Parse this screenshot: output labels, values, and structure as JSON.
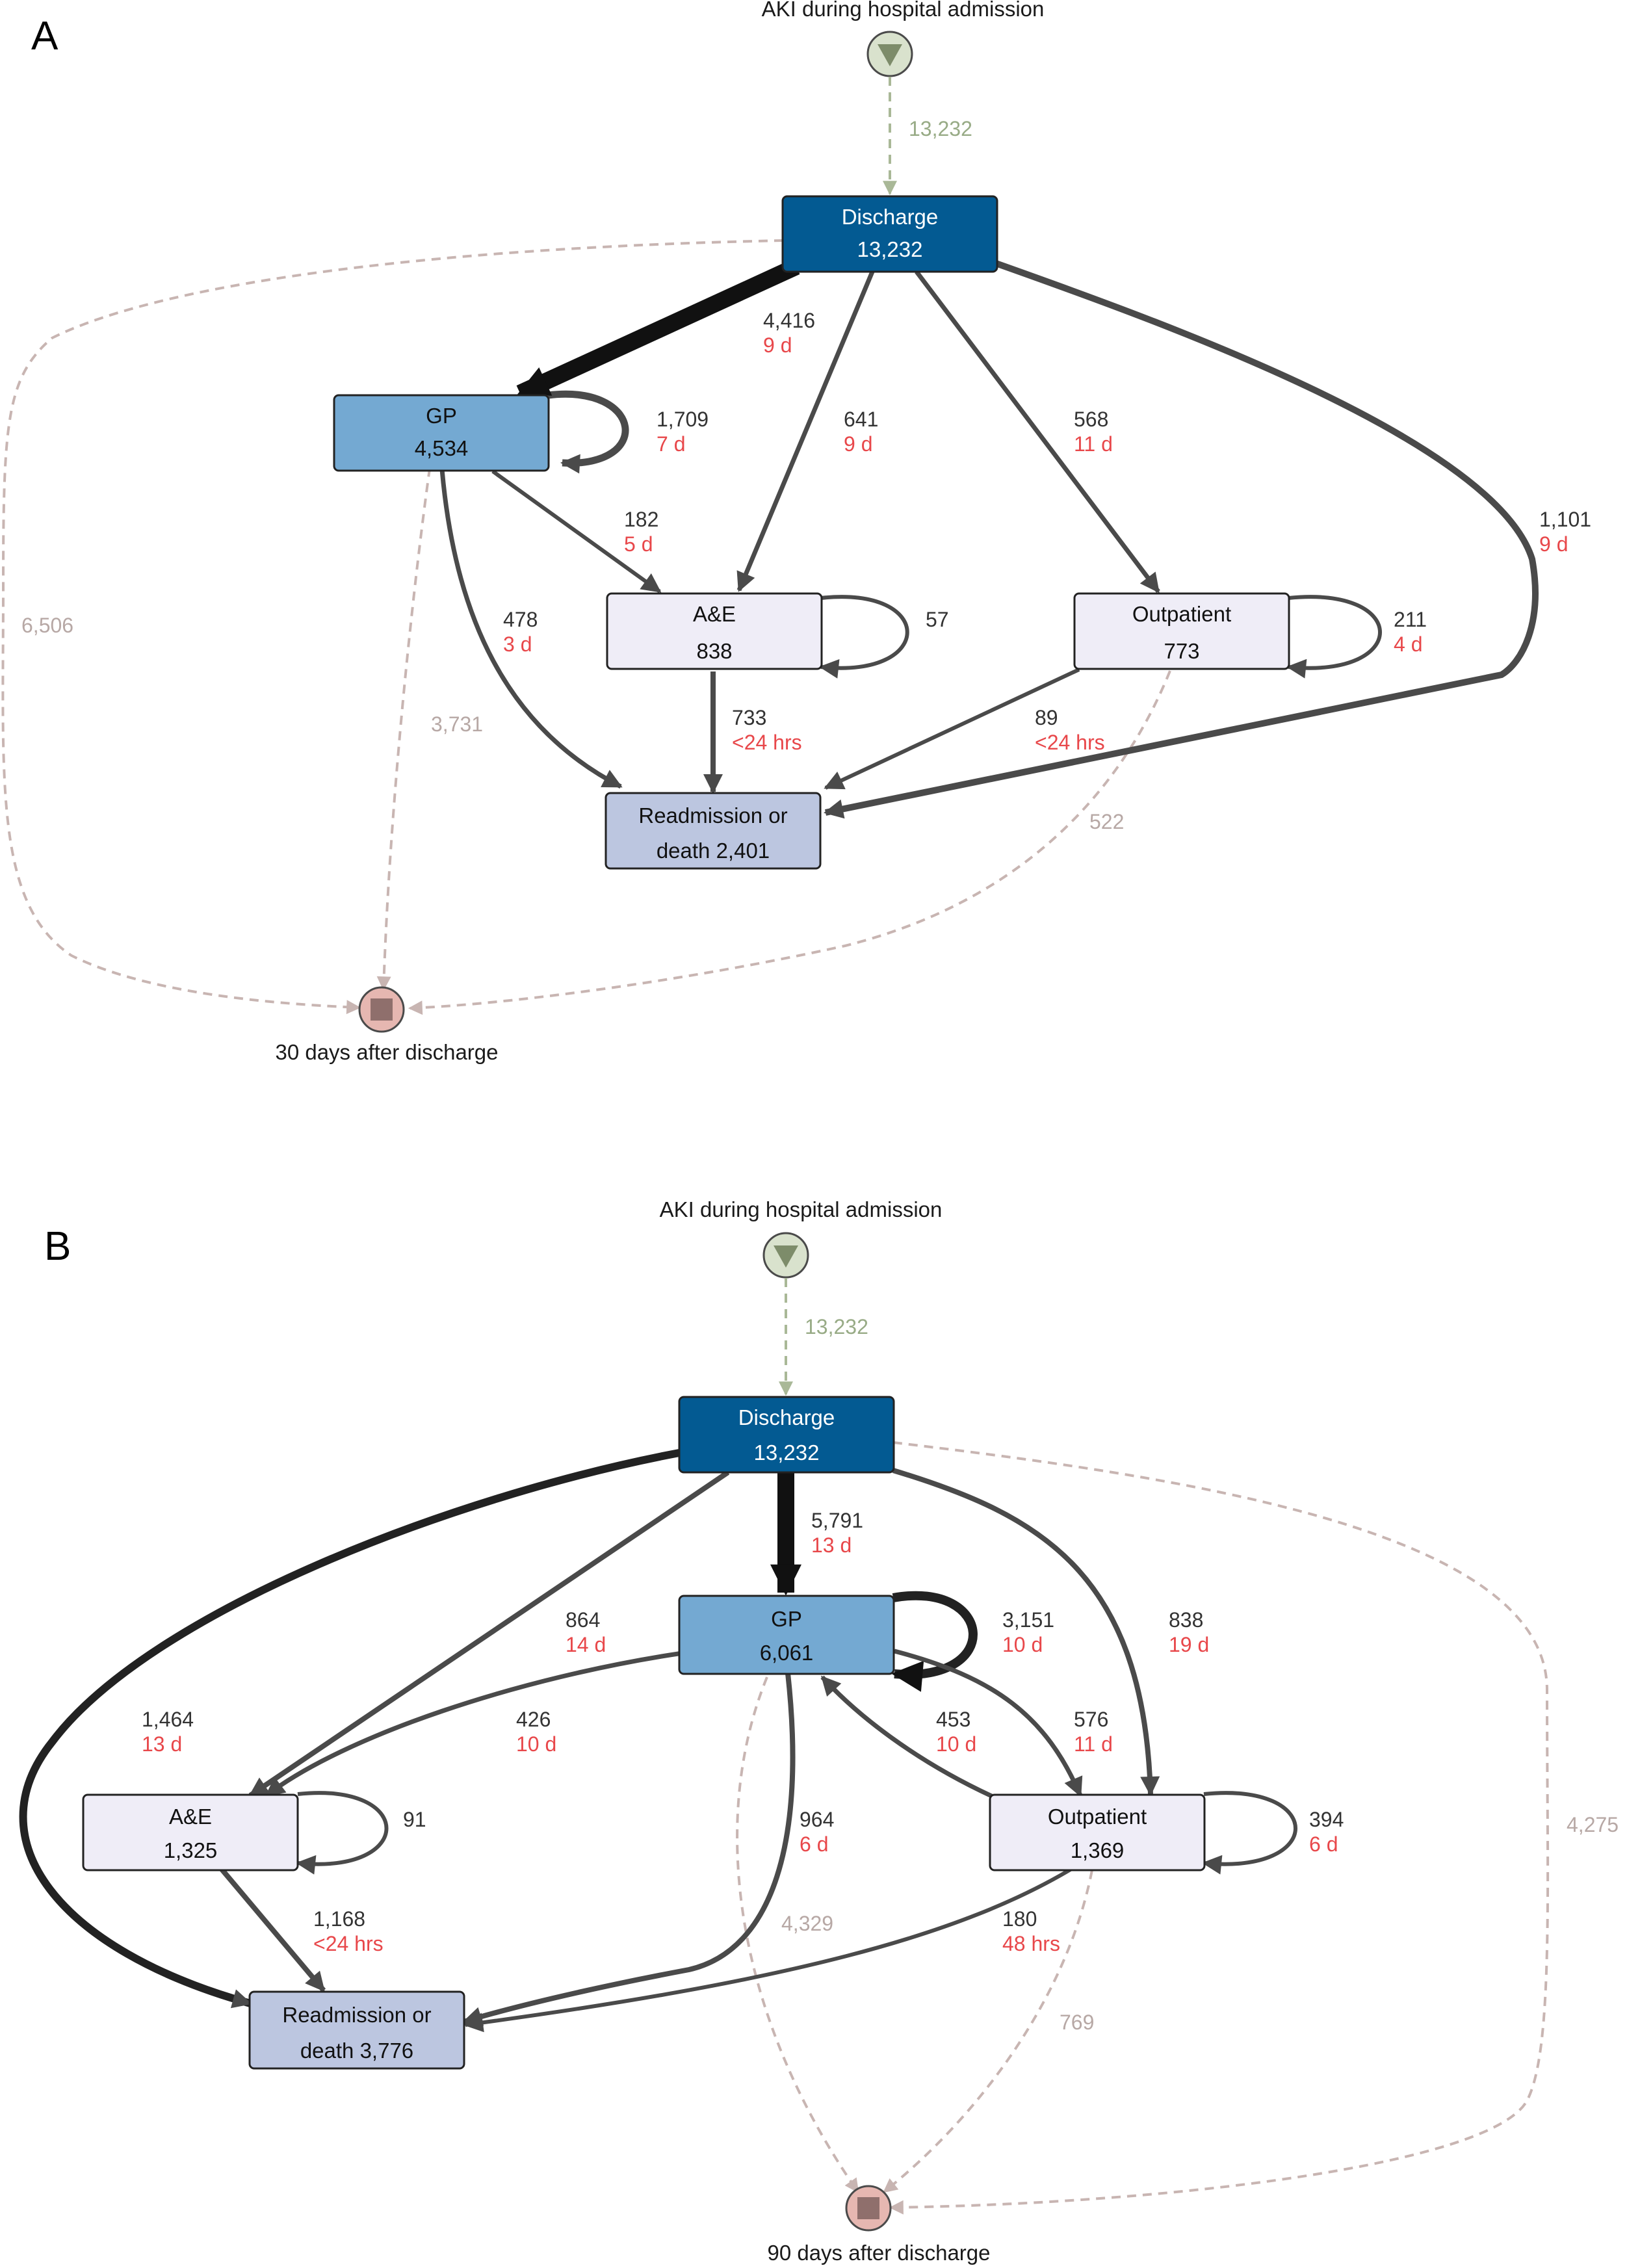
{
  "colors": {
    "discharge": "#035a92",
    "gp": "#74a9d2",
    "light_node": "#efedf7",
    "readmission": "#bcc6e0",
    "time_text": "#e8474a",
    "dashed_edge": "#c8b5b2",
    "start_edge": "#a9b897",
    "solid_edge": "#555555"
  },
  "panelA": {
    "label": "A",
    "start_caption": "AKI during hospital admission",
    "end_caption": "30 days after discharge",
    "start_count": "13,232",
    "nodes": {
      "discharge": {
        "name": "Discharge",
        "value": "13,232"
      },
      "gp": {
        "name": "GP",
        "value": "4,534"
      },
      "ae": {
        "name": "A&E",
        "value": "838"
      },
      "outpatient": {
        "name": "Outpatient",
        "value": "773"
      },
      "readmission": {
        "line1": "Readmission or",
        "line2": "death 2,401"
      }
    },
    "edges": {
      "discharge_gp": {
        "count": "4,416",
        "time": "9 d"
      },
      "gp_self": {
        "count": "1,709",
        "time": "7 d"
      },
      "discharge_ae": {
        "count": "641",
        "time": "9 d"
      },
      "discharge_outpatient": {
        "count": "568",
        "time": "11 d"
      },
      "discharge_readmission": {
        "count": "1,101",
        "time": "9 d"
      },
      "gp_ae": {
        "count": "182",
        "time": "5 d"
      },
      "gp_readmission": {
        "count": "478",
        "time": "3 d"
      },
      "ae_self": {
        "count": "57"
      },
      "outpatient_self": {
        "count": "211",
        "time": "4 d"
      },
      "ae_readmission": {
        "count": "733",
        "time": "<24 hrs"
      },
      "outpatient_readmission": {
        "count": "89",
        "time": "<24 hrs"
      },
      "discharge_end": {
        "count": "6,506"
      },
      "gp_end": {
        "count": "3,731"
      },
      "outpatient_end": {
        "count": "522"
      }
    }
  },
  "panelB": {
    "label": "B",
    "start_caption": "AKI during hospital admission",
    "end_caption": "90 days after discharge",
    "start_count": "13,232",
    "nodes": {
      "discharge": {
        "name": "Discharge",
        "value": "13,232"
      },
      "gp": {
        "name": "GP",
        "value": "6,061"
      },
      "ae": {
        "name": "A&E",
        "value": "1,325"
      },
      "outpatient": {
        "name": "Outpatient",
        "value": "1,369"
      },
      "readmission": {
        "line1": "Readmission or",
        "line2": "death 3,776"
      }
    },
    "edges": {
      "discharge_gp": {
        "count": "5,791",
        "time": "13 d"
      },
      "gp_self": {
        "count": "3,151",
        "time": "10 d"
      },
      "discharge_ae": {
        "count": "864",
        "time": "14 d"
      },
      "discharge_outpatient": {
        "count": "838",
        "time": "19 d"
      },
      "discharge_readmission": {
        "count": "1,464",
        "time": "13 d"
      },
      "gp_ae": {
        "count": "426",
        "time": "10 d"
      },
      "outpatient_gp": {
        "count": "453",
        "time": "10 d"
      },
      "gp_outpatient": {
        "count": "576",
        "time": "11 d"
      },
      "ae_self": {
        "count": "91"
      },
      "outpatient_self": {
        "count": "394",
        "time": "6 d"
      },
      "gp_readmission": {
        "count": "964",
        "time": "6 d"
      },
      "ae_readmission": {
        "count": "1,168",
        "time": "<24 hrs"
      },
      "outpatient_readmission": {
        "count": "180",
        "time": "48 hrs"
      },
      "gp_end": {
        "count": "4,329"
      },
      "outpatient_end": {
        "count": "769"
      },
      "discharge_end": {
        "count": "4,275"
      }
    }
  }
}
